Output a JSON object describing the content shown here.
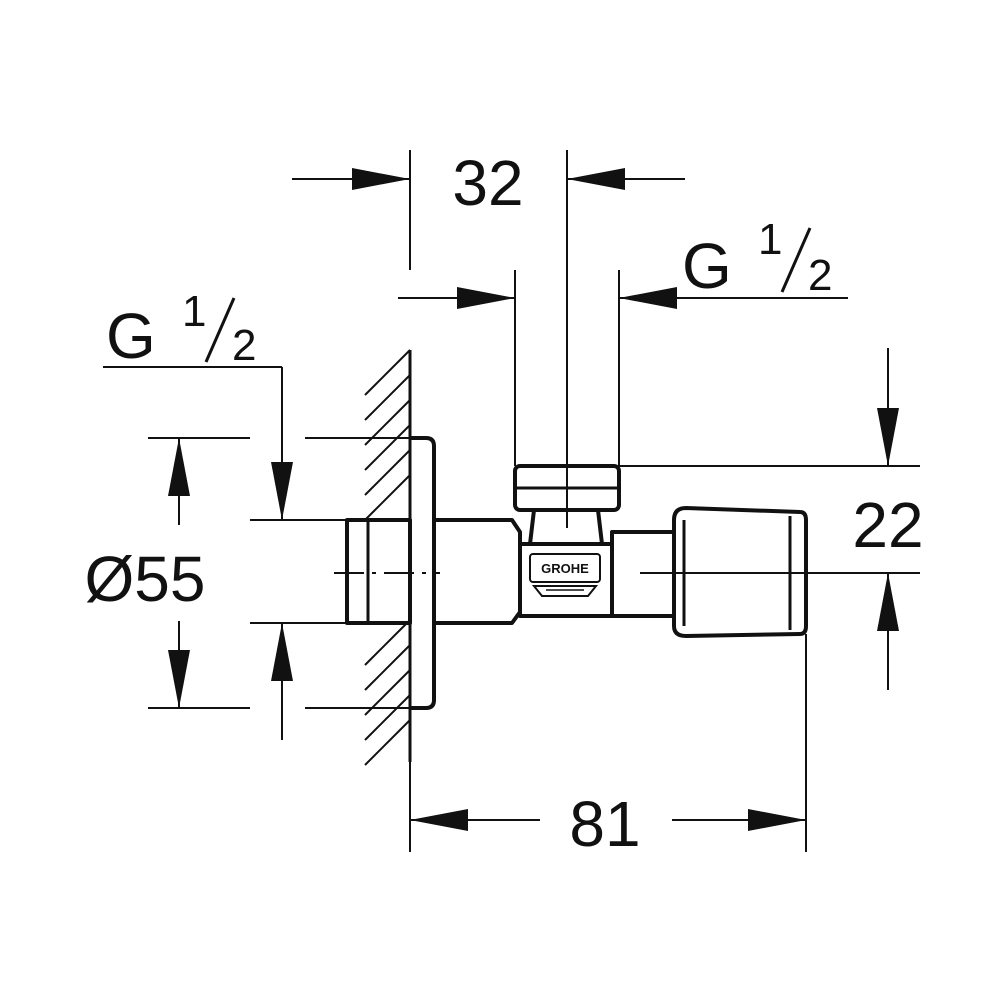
{
  "dimensions": {
    "top_width": "32",
    "top_thread": {
      "letter": "G",
      "num": "1",
      "den": "2"
    },
    "left_thread": {
      "letter": "G",
      "num": "1",
      "den": "2"
    },
    "diameter": "Ø55",
    "right_height": "22",
    "bottom_length": "81"
  },
  "logo": {
    "text": "GROHE"
  }
}
